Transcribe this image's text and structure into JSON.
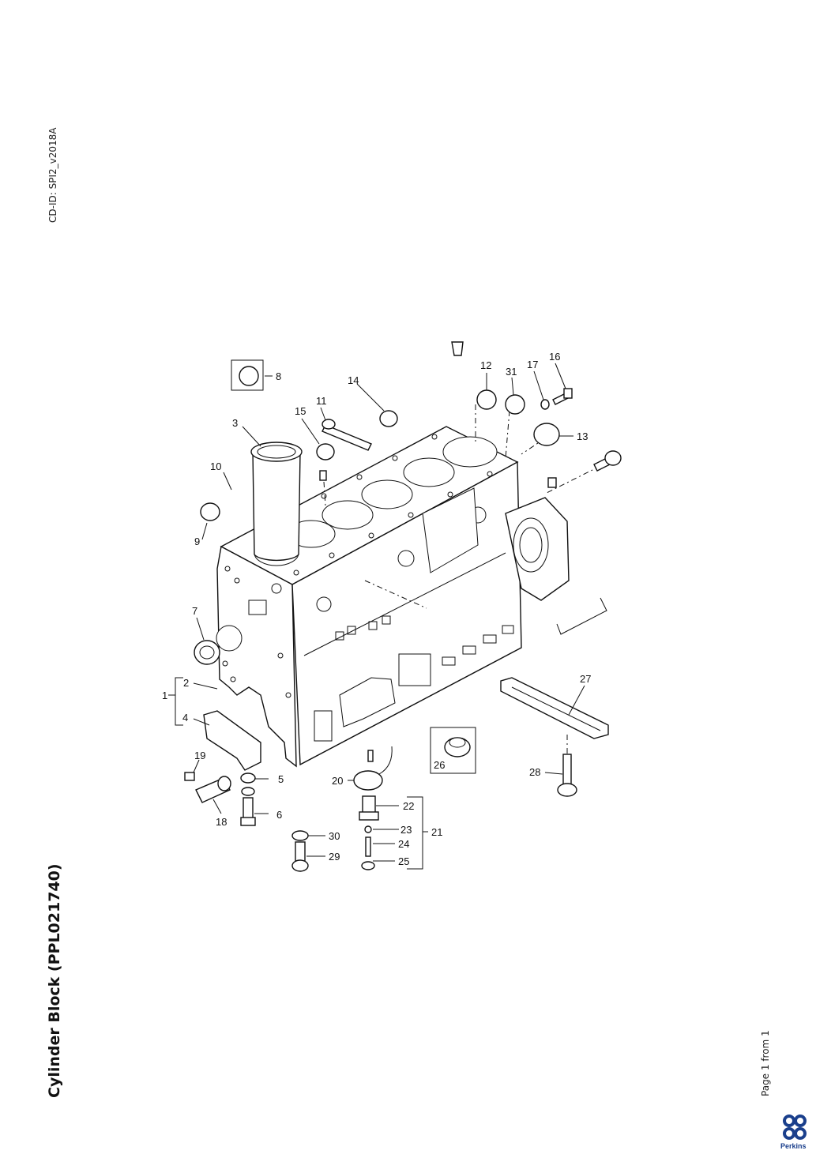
{
  "document": {
    "cd_id": "CD-ID: SPI2_v2018A",
    "title": "Cylinder Block (PPL021740)",
    "page": "Page 1 from 1",
    "brand": "Perkins"
  },
  "callouts": [
    {
      "n": "1"
    },
    {
      "n": "2"
    },
    {
      "n": "3"
    },
    {
      "n": "4"
    },
    {
      "n": "5"
    },
    {
      "n": "6"
    },
    {
      "n": "7"
    },
    {
      "n": "8"
    },
    {
      "n": "9"
    },
    {
      "n": "10"
    },
    {
      "n": "11"
    },
    {
      "n": "12"
    },
    {
      "n": "13"
    },
    {
      "n": "14"
    },
    {
      "n": "15"
    },
    {
      "n": "16"
    },
    {
      "n": "17"
    },
    {
      "n": "18"
    },
    {
      "n": "19"
    },
    {
      "n": "20"
    },
    {
      "n": "21"
    },
    {
      "n": "22"
    },
    {
      "n": "23"
    },
    {
      "n": "24"
    },
    {
      "n": "25"
    },
    {
      "n": "26"
    },
    {
      "n": "27"
    },
    {
      "n": "28"
    },
    {
      "n": "29"
    },
    {
      "n": "30"
    },
    {
      "n": "31"
    }
  ],
  "colors": {
    "brand": "#1a3f8c",
    "line": "#111111"
  }
}
